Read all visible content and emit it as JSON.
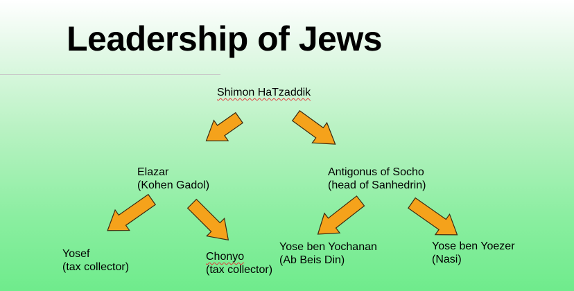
{
  "title": "Leadership of Jews",
  "nodes": {
    "root": {
      "line1": "Shimon HaTzaddik"
    },
    "elazar": {
      "line1": "Elazar",
      "line2": "(Kohen Gadol)"
    },
    "antigonus": {
      "line1": "Antigonus of Socho",
      "line2": "(head of Sanhedrin)"
    },
    "yosef": {
      "line1": "Yosef",
      "line2": "(tax collector)"
    },
    "chonyo": {
      "line1": "Chonyo",
      "line2": "(tax collector)"
    },
    "yose_yochanan": {
      "line1": "Yose ben  Yochanan",
      "line2": "(Ab Beis Din)"
    },
    "yose_yoezer": {
      "line1": "Yose ben Yoezer",
      "line2": "(Nasi)"
    }
  },
  "colors": {
    "arrow": "#f5a21b",
    "background_bottom": "#6feb8c"
  }
}
